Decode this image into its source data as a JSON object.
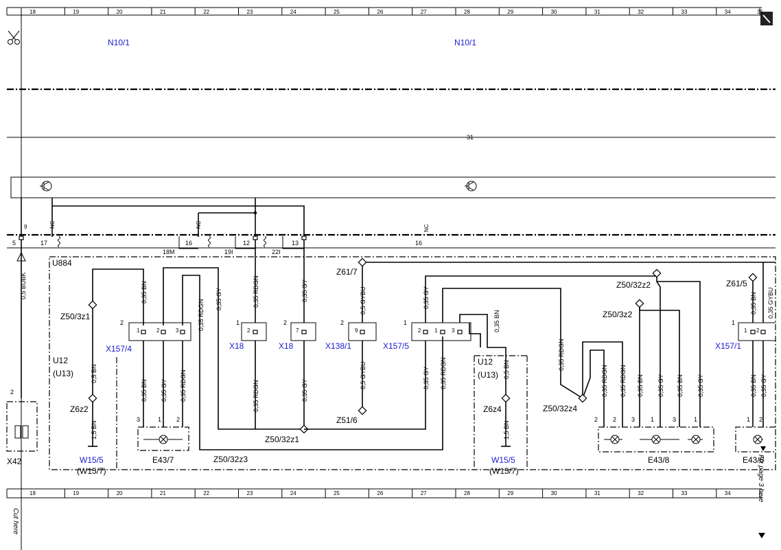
{
  "ruler": [
    "18",
    "19",
    "20",
    "21",
    "22",
    "23",
    "24",
    "25",
    "26",
    "27",
    "28",
    "29",
    "30",
    "31",
    "32",
    "33",
    "34"
  ],
  "ruler_right_partial": "35",
  "modules": {
    "left": "N10/1",
    "right": "N10/1"
  },
  "bus_label": "31",
  "terminals": {
    "t5": "5",
    "t17": "17",
    "t16a": "16",
    "t12": "12",
    "t13": "13",
    "t16b": "16",
    "t18M": "18M",
    "t19I": "19I",
    "t22I": "22I"
  },
  "nc": "NC",
  "pin9": "9",
  "unit": "U884",
  "u12": "U12",
  "u13": "(U13)",
  "wires": {
    "bubk": "0,5 BUBK",
    "bn05": "0,5 BN",
    "bn035": "0,35 BN",
    "gy035": "0,35 GY",
    "rdgn035": "0,35 RDGN",
    "gybu05": "0,5 GYBU",
    "gybu035": "0,35 GYBU",
    "bn15": "1,5 BN"
  },
  "connectors": {
    "x157_4": "X157/4",
    "x18a": "X18",
    "x18b": "X18",
    "x138_1": "X138/1",
    "x157_5": "X157/5",
    "x157_1": "X157/1"
  },
  "splices": {
    "z50_3z1": "Z50/3z1",
    "z6z2": "Z6z2",
    "z61_7": "Z61/7",
    "z51_6": "Z51/6",
    "z50_32z1": "Z50/32z1",
    "z50_32z3": "Z50/32z3",
    "z50_32z2": "Z50/32z2",
    "z50_3z2": "Z50/3z2",
    "z61_5": "Z61/5",
    "z6z4": "Z6z4",
    "z50_32z4": "Z50/32z4"
  },
  "grounds": {
    "w15_5a": "W15/5",
    "w15_7a": "(W15/7)",
    "w15_5b": "W15/5",
    "w15_7b": "(W15/7)"
  },
  "lamps": {
    "e43_7": "E43/7",
    "e43_8": "E43/8",
    "e43_6": "E43/6"
  },
  "x42": "X42",
  "cut_left": "Cut here",
  "cut_right": "Fix page 3 here"
}
